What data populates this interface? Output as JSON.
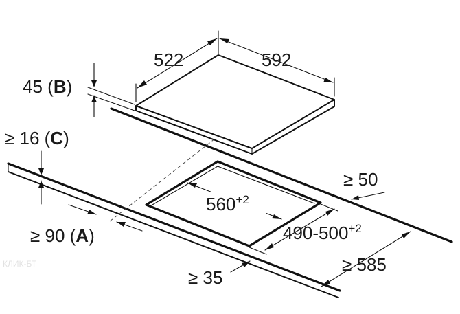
{
  "labels": {
    "depth": "522",
    "width": "592",
    "thickness_value": "45 (",
    "thickness_letter": "B",
    "thickness_close": ")",
    "clearance_value": "≥ 16 (",
    "clearance_letter": "C",
    "clearance_close": ")",
    "cutout_width": "560",
    "cutout_width_tol": "+2",
    "cutout_depth": "490-500",
    "cutout_depth_tol": "+2",
    "wall_clearance": "≥ 50",
    "front_edge_value": "≥ 90 (",
    "front_edge_letter": "A",
    "front_edge_close": ")",
    "worktop_depth": "≥ 585",
    "rear_distance": "≥ 35"
  },
  "watermark": "КЛИК-БТ",
  "colors": {
    "line": "#111111",
    "text": "#1a1a1a",
    "watermark": "#e2e2e2"
  }
}
